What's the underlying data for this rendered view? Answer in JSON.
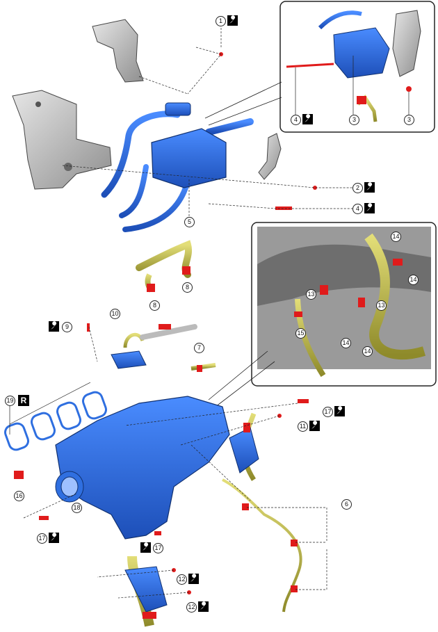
{
  "callouts": {
    "c1": "1",
    "c2": "2",
    "c3a": "3",
    "c3b": "3",
    "c4a": "4",
    "c4b": "4",
    "c5": "5",
    "c6": "6",
    "c7": "7",
    "c8a": "8",
    "c8b": "8",
    "c9": "9",
    "c10": "10",
    "c11": "11",
    "c12a": "12",
    "c12b": "12",
    "c13a": "13",
    "c13b": "13",
    "c14a": "14",
    "c14b": "14",
    "c14c": "14",
    "c14d": "14",
    "c15": "15",
    "c16": "16",
    "c17a": "17",
    "c17b": "17",
    "c17c": "17",
    "c18": "18",
    "c19": "19"
  },
  "replace_badge": "R",
  "colors": {
    "part_blue": "#2f6fe0",
    "hose_yellow": "#c8c24a",
    "clip_red": "#e01b1b",
    "bracket_gray": "#b9b9b9",
    "outline": "#222222"
  },
  "icons": {
    "torque": "wrench-icon",
    "replace": "replace-badge"
  }
}
